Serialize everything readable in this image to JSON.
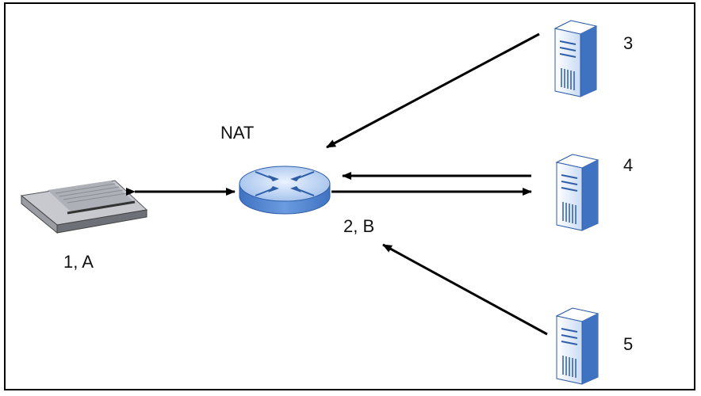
{
  "nat_label": "NAT",
  "labels": {
    "host": "1, A",
    "router": "2, B",
    "server3": "3",
    "server4": "4",
    "server5": "5"
  },
  "icons": {
    "host": "modem-icon",
    "router": "router-icon",
    "servers": "server-tower-icon"
  },
  "colors": {
    "device_blue": "#5b8fd6",
    "device_light": "#d8e6f8",
    "modem_gray": "#8a8c94",
    "line": "#000000"
  }
}
